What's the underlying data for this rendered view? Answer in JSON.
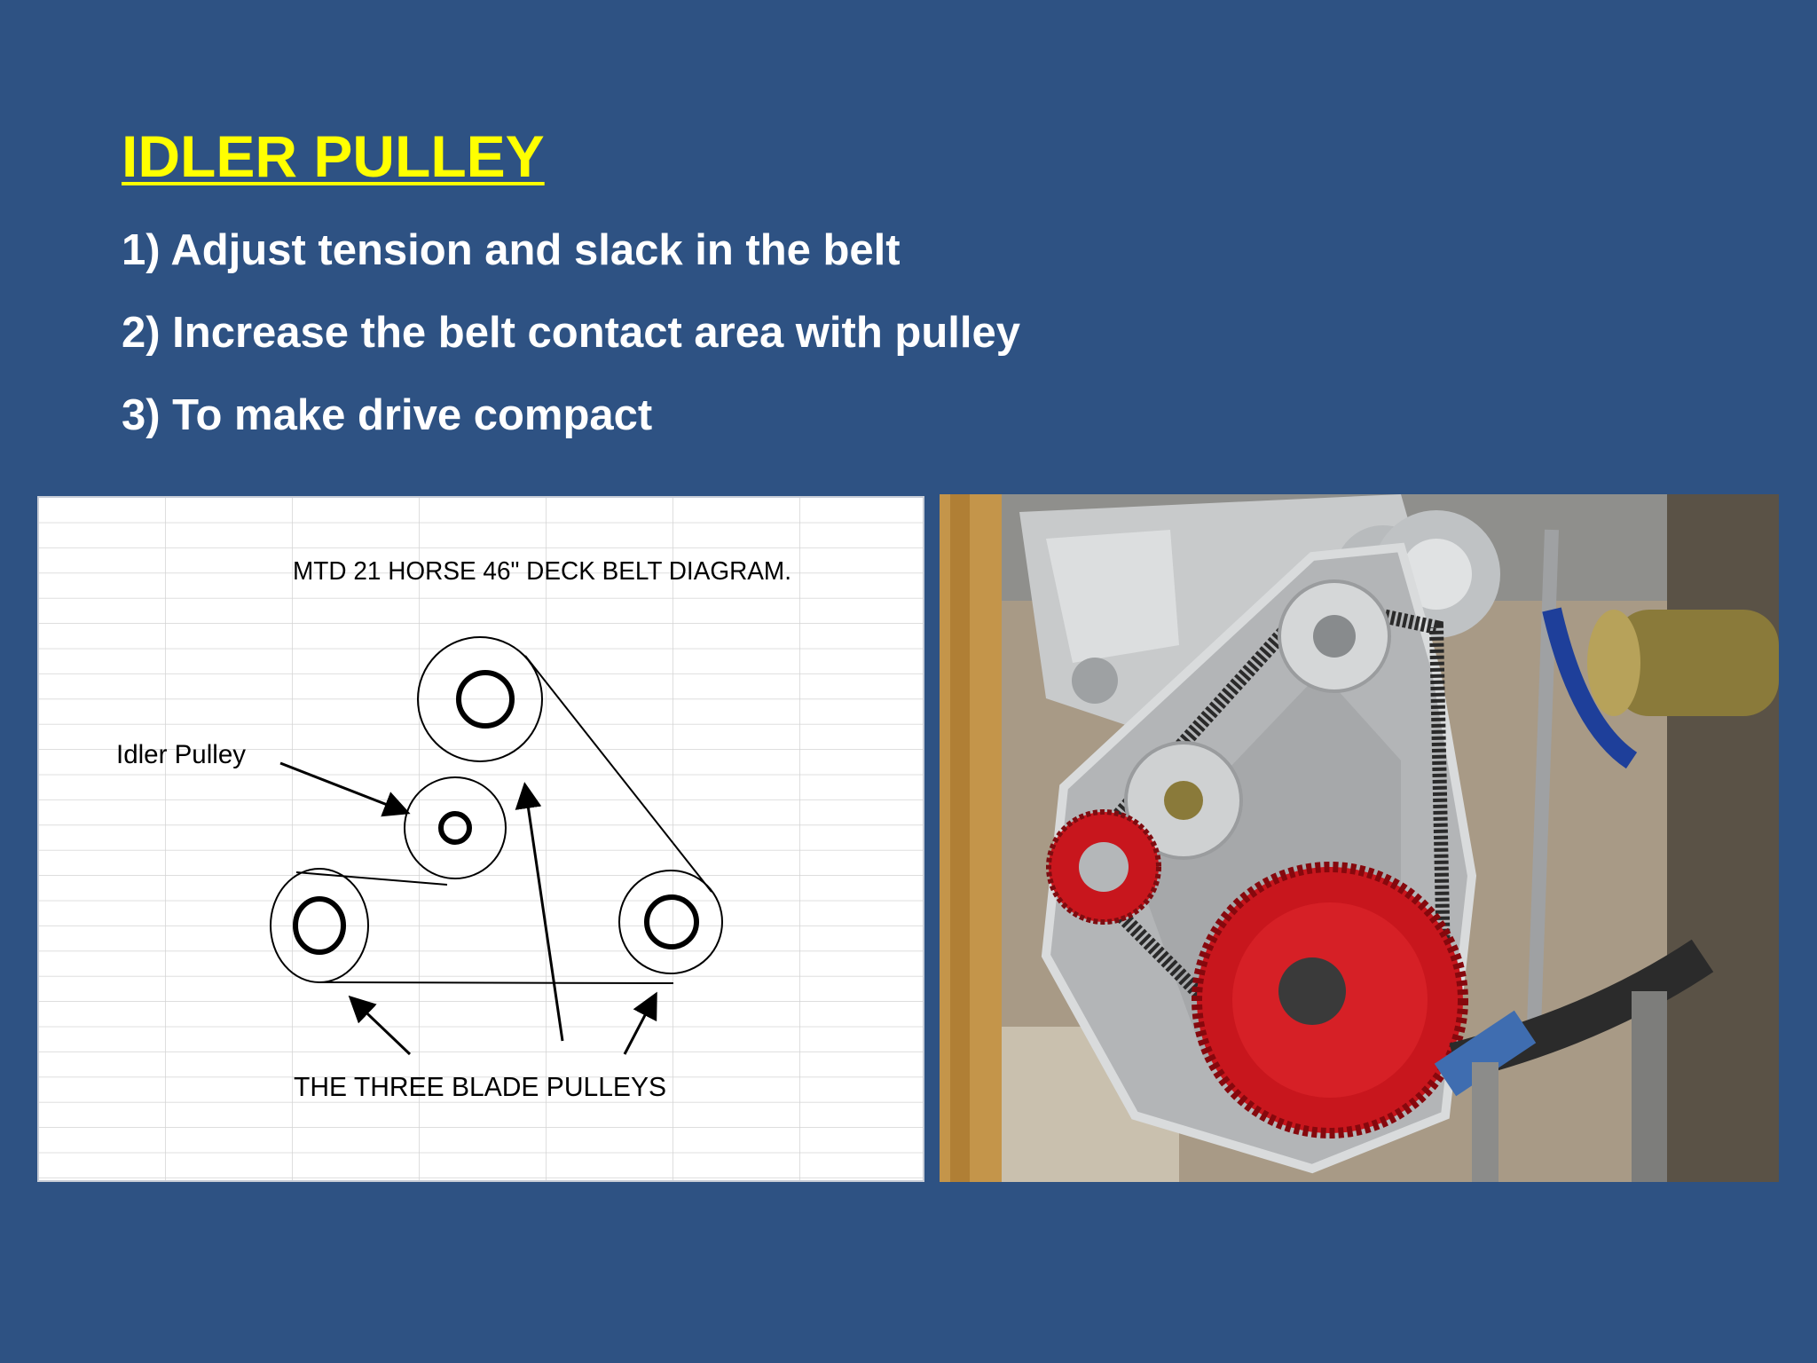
{
  "slide": {
    "title": "IDLER PULLEY",
    "bullets": [
      "1) Adjust tension and slack in the belt",
      "2) Increase the belt contact area with pulley",
      "3) To make drive compact"
    ]
  },
  "diagram": {
    "title": "MTD 21 HORSE 46\" DECK BELT DIAGRAM.",
    "idler_label": "Idler Pulley",
    "blade_label": "THE THREE BLADE PULLEYS"
  },
  "photo": {
    "subject": "engine timing belt drive with idler pulleys and red toothed sprockets"
  },
  "colors": {
    "background": "#2e5283",
    "title": "#ffff00",
    "text": "#ffffff",
    "sprocket": "#c8161d"
  }
}
